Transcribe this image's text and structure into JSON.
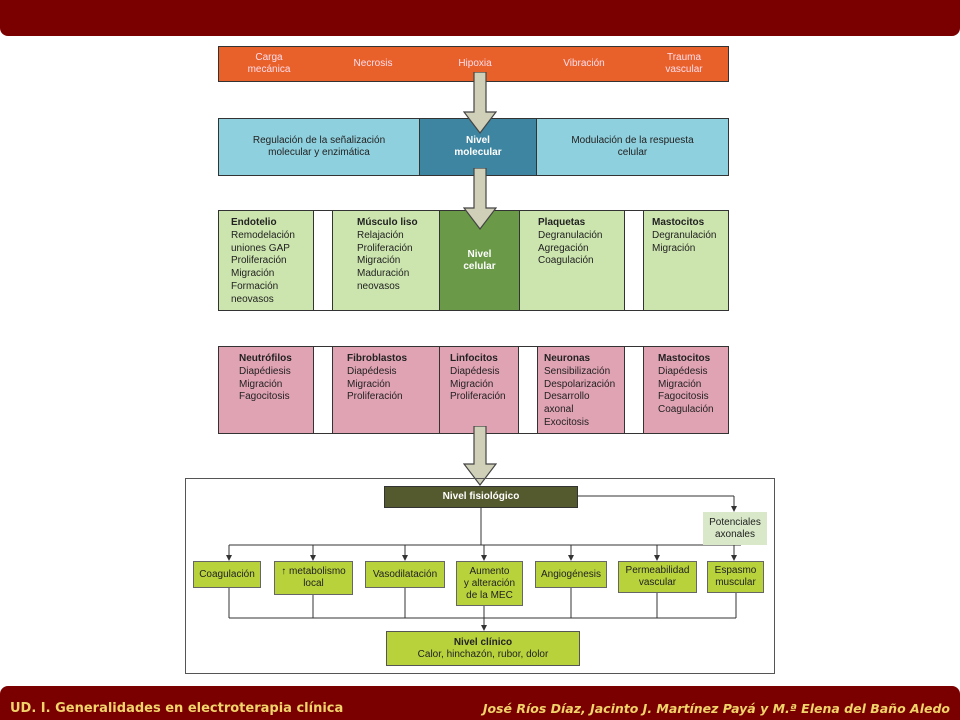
{
  "footer": {
    "left": "UD. I. Generalidades en electroterapia clínica",
    "right": "José Ríos Díaz, Jacinto J. Martínez Payá y M.ª Elena del Baño Aledo"
  },
  "stimuli": [
    "Carga\nmecánica",
    "Necrosis",
    "Hipoxia",
    "Vibración",
    "Trauma\nvascular"
  ],
  "molecular": {
    "left": "Regulación de la señalización\nmolecular y enzimática",
    "center": "Nivel\nmolecular",
    "right": "Modulación de la respuesta\ncelular"
  },
  "cellular": {
    "center": "Nivel\ncelular",
    "columns": [
      {
        "title": "Endotelio",
        "items": "Remodelación\nuniones GAP\nProliferación\nMigración\nFormación\n   neovasos"
      },
      {
        "title": "Músculo liso",
        "items": "Relajación\nProliferación\nMigración\nMaduración\n   neovasos"
      },
      {
        "title": "Plaquetas",
        "items": "Degranulación\nAgregación\nCoagulación"
      },
      {
        "title": "Mastocitos",
        "items": "Degranulación\nMigración"
      }
    ]
  },
  "cells2": [
    {
      "title": "Neutrófilos",
      "items": "Diapédiesis\nMigración\nFagocitosis"
    },
    {
      "title": "Fibroblastos",
      "items": "Diapédesis\nMigración\nProliferación"
    },
    {
      "title": "Linfocitos",
      "items": "Diapédesis\nMigración\nProliferación"
    },
    {
      "title": "Neuronas",
      "items": "Sensibilización\nDespolarización\nDesarrollo\n   axonal\nExocitosis"
    },
    {
      "title": "Mastocitos",
      "items": "Diapédesis\nMigración\nFagocitosis\nCoagulación"
    }
  ],
  "physiological": {
    "title": "Nivel fisiológico",
    "potenciales": "Potenciales\naxonales",
    "effects": [
      "Coagulación",
      "↑ metabolismo\nlocal",
      "Vasodilatación",
      "Aumento\ny alteración\nde la MEC",
      "Angiogénesis",
      "Permeabilidad\nvascular",
      "Espasmo\nmuscular"
    ]
  },
  "clinical": {
    "title": "Nivel clínico",
    "subtitle": "Calor, hinchazón, rubor, dolor"
  },
  "colors": {
    "banner": "#7a0000",
    "stimuli": "#e8612a",
    "molecular": "#8fd0de",
    "molecular_center": "#3d85a0",
    "cellular": "#cce5ae",
    "cellular_center": "#6a9a48",
    "cells2": "#e0a3b4",
    "physio_title": "#555a2e",
    "effects": "#b8d23c",
    "potenciales": "#d8e8c8",
    "arrow": "#d0d0b8"
  }
}
